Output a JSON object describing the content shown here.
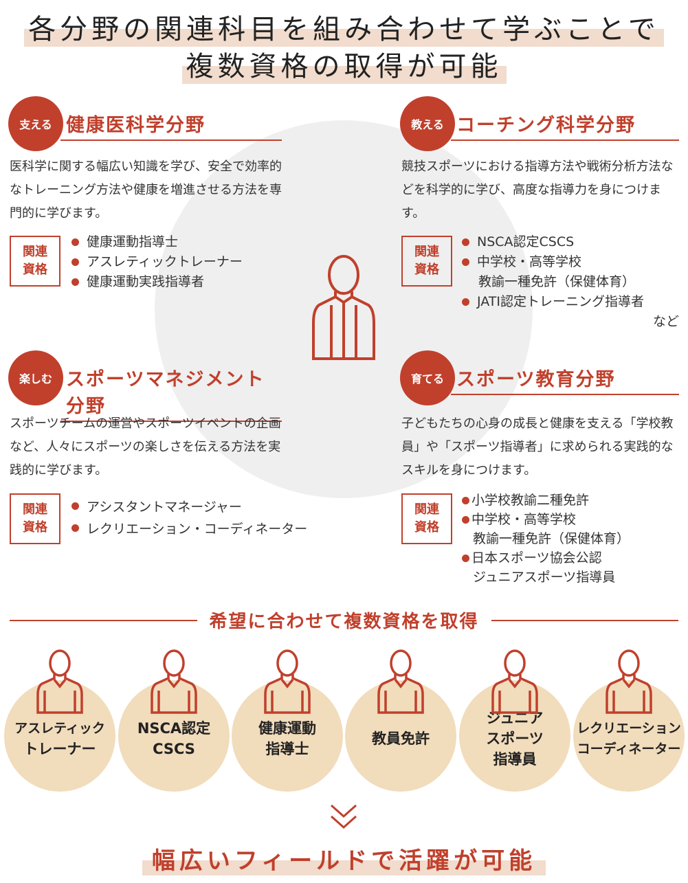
{
  "title": {
    "line1": "各分野の関連科目を組み合わせて学ぶことで",
    "line2": "複数資格の取得が可能"
  },
  "colors": {
    "accent": "#c0402c",
    "beige": "#f1dcbc",
    "highlight": "#f1dccd",
    "gray": "#efefef"
  },
  "related_label": {
    "top": "関連",
    "bottom": "資格"
  },
  "fields": [
    {
      "badge": "支える",
      "heading": "健康医科学分野",
      "desc": "医科学に関する幅広い知識を学び、安全で効率的なトレーニング方法や健康を増進させる方法を専門的に学びます。",
      "quals": [
        "健康運動指導士",
        "アスレティックトレーナー",
        "健康運動実践指導者"
      ]
    },
    {
      "badge": "教える",
      "heading": "コーチング科学分野",
      "desc": "競技スポーツにおける指導方法や戦術分析方法などを科学的に学び、高度な指導力を身につけます。",
      "quals": [
        "NSCA認定CSCS",
        "中学校・高等学校",
        "JATI認定トレーニング指導者"
      ],
      "qual2_sub": "教諭一種免許（保健体育）",
      "note": "など"
    },
    {
      "badge": "楽しむ",
      "heading": "スポーツマネジメント分野",
      "desc": "スポーツチームの運営やスポーツイベントの企画など、人々にスポーツの楽しさを伝える方法を実践的に学びます。",
      "quals": [
        "アシスタントマネージャー",
        "レクリエーション・コーディネーター"
      ]
    },
    {
      "badge": "育てる",
      "heading": "スポーツ教育分野",
      "desc": "子どもたちの心身の成長と健康を支える「学校教員」や「スポーツ指導者」に求められる実践的なスキルを身につけます。",
      "quals": [
        "小学校教諭二種免許",
        "中学校・高等学校",
        "日本スポーツ協会公認"
      ],
      "qual2_sub": "教諭一種免許（保健体育）",
      "qual3_sub": "ジュニアスポーツ指導員"
    }
  ],
  "divider": "希望に合わせて複数資格を取得",
  "roles": [
    {
      "l1": "アスレティック",
      "l2": "トレーナー",
      "icon": "trainer-icon"
    },
    {
      "l1": "NSCA認定",
      "l2": "CSCS",
      "icon": "clipboard-person-icon"
    },
    {
      "l1": "健康運動",
      "l2": "指導士",
      "icon": "instructor-icon"
    },
    {
      "l1": "教員免許",
      "l2": "",
      "icon": "teacher-icon"
    },
    {
      "l1": "ジュニア",
      "l2": "スポーツ",
      "l3": "指導員",
      "icon": "coach-icon"
    },
    {
      "l1": "レクリエーション",
      "l2": "コーディネーター",
      "icon": "coordinator-icon"
    }
  ],
  "final": "幅広いフィールドで活躍が可能"
}
